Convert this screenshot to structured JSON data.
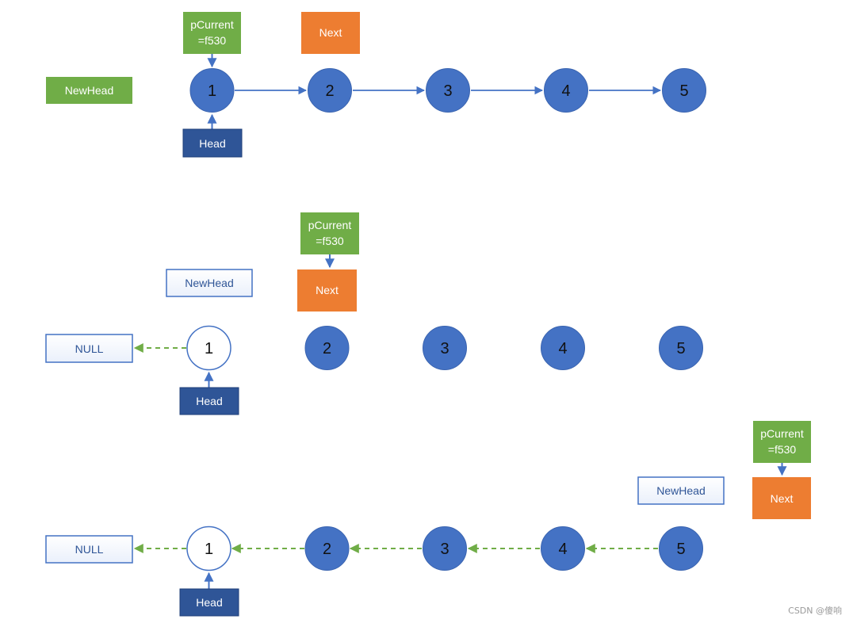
{
  "colors": {
    "node_blue": "#4472c4",
    "node_blue_stroke": "#2f5597",
    "green": "#70ad47",
    "orange": "#ed7d31",
    "head_blue": "#2f5597",
    "arrow_blue": "#4472c4",
    "arrow_green_dashed": "#70ad47"
  },
  "labels": {
    "pcurrent_line1": "pCurrent",
    "pcurrent_line2": "=f530",
    "next": "Next",
    "newhead": "NewHead",
    "head": "Head",
    "null": "NULL"
  },
  "nodes": [
    "1",
    "2",
    "3",
    "4",
    "5"
  ],
  "watermark": "CSDN @傻响"
}
